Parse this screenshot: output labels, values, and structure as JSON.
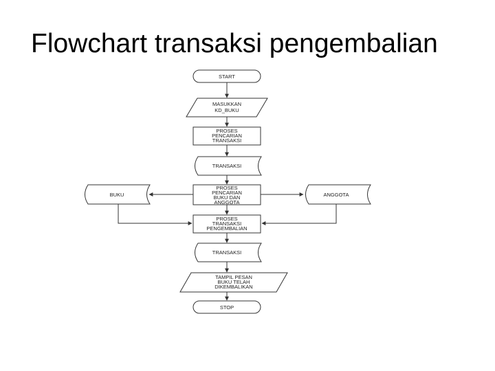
{
  "title": "Flowchart transaksi pengembalian",
  "colors": {
    "stroke": "#333333",
    "fill": "#ffffff",
    "text": "#222222"
  },
  "nodes": {
    "start": {
      "shape": "terminator",
      "lines": [
        "START"
      ]
    },
    "input_kd_buku": {
      "shape": "input-output",
      "lines": [
        "MASUKKAN",
        "KD_BUKU"
      ]
    },
    "proses_pencarian_transaksi": {
      "shape": "process",
      "lines": [
        "PROSES",
        "PENCARIAN",
        "TRANSAKSI"
      ]
    },
    "transaksi_1": {
      "shape": "stored-data",
      "lines": [
        "TRANSAKSI"
      ]
    },
    "proses_pencarian_buku_anggota": {
      "shape": "process",
      "lines": [
        "PROSES",
        "PENCARIAN",
        "BUKU DAN",
        "ANGGOTA"
      ]
    },
    "buku": {
      "shape": "stored-data",
      "lines": [
        "BUKU"
      ]
    },
    "anggota": {
      "shape": "stored-data",
      "lines": [
        "ANGGOTA"
      ]
    },
    "proses_pengembalian": {
      "shape": "process",
      "lines": [
        "PROSES",
        "TRANSAKSI",
        "PENGEMBALIAN"
      ]
    },
    "transaksi_2": {
      "shape": "stored-data",
      "lines": [
        "TRANSAKSI"
      ]
    },
    "tampil_pesan": {
      "shape": "input-output",
      "lines": [
        "TAMPIL PESAN",
        "BUKU TELAH",
        "DIKEMBALIKAN"
      ]
    },
    "stop": {
      "shape": "terminator",
      "lines": [
        "STOP"
      ]
    }
  }
}
